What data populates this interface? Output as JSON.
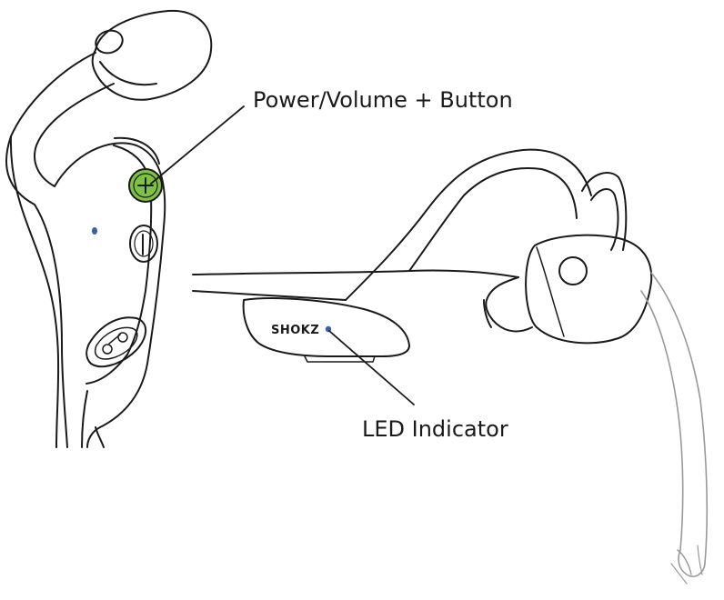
{
  "callouts": {
    "power_button": "Power/Volume + Button",
    "led_indicator": "LED Indicator"
  },
  "brand": {
    "logo_text": "SHOKZ"
  },
  "colors": {
    "outline": "#1a1a1a",
    "power_button_fill": "#7ec242",
    "led_dot": "#3b5ea8",
    "background": "#ffffff"
  }
}
